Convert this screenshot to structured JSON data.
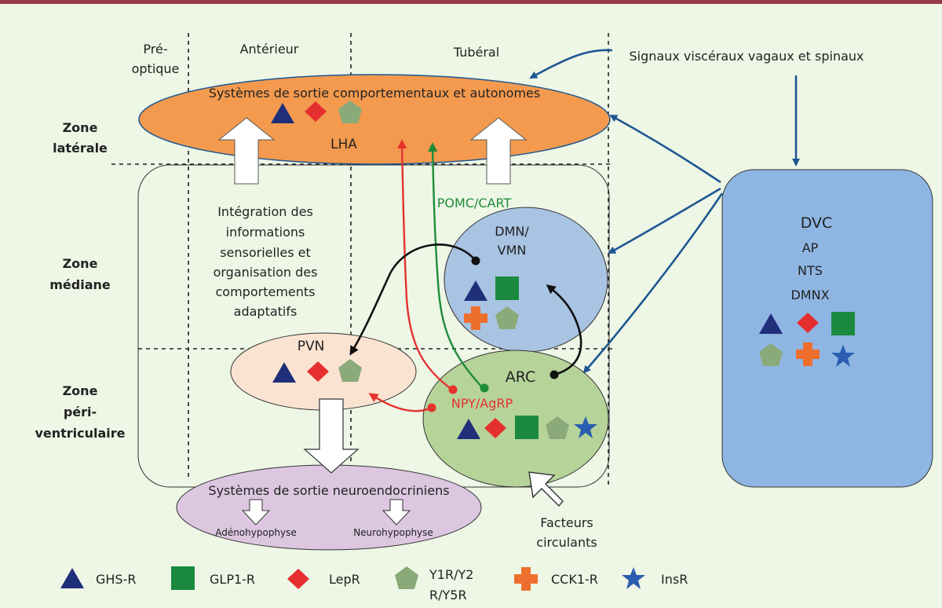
{
  "columns": {
    "preoptique_1": "Pré-",
    "preoptique_2": "optique",
    "anterieur": "Antérieur",
    "tuberal": "Tubéral"
  },
  "zones": {
    "laterale_1": "Zone",
    "laterale_2": "latérale",
    "mediane_1": "Zone",
    "mediane_2": "médiane",
    "periv_1": "Zone",
    "periv_2": "péri-",
    "periv_3": "ventriculaire"
  },
  "lha": {
    "title": "Systèmes de sortie comportementaux et autonomes",
    "label": "LHA"
  },
  "visceral": "Signaux viscéraux vagaux et spinaux",
  "integration": [
    "Intégration des",
    "informations",
    "sensorielles et",
    "organisation des",
    "comportements",
    "adaptatifs"
  ],
  "pomc": "POMC/CART",
  "dmn": [
    "DMN/",
    "VMN"
  ],
  "pvn": "PVN",
  "arc": "ARC",
  "npy": "NPY/AgRP",
  "dvc": {
    "title": "DVC",
    "lines": [
      "AP",
      "NTS",
      "DMNX"
    ]
  },
  "neuroendo": {
    "title": "Systèmes de sortie neuroendocriniens",
    "adeno": "Adénohypophyse",
    "neuro": "Neurohypophyse"
  },
  "facteurs": [
    "Facteurs",
    "circulants"
  ],
  "legend": {
    "ghsr": "GHS-R",
    "glp1r": "GLP1-R",
    "lepr": "LepR",
    "y1r_1": "Y1R/Y2",
    "y1r_2": "R/Y5R",
    "cck1r": "CCK1-R",
    "insr": "InsR"
  },
  "colors": {
    "background": "#eef6e6",
    "top_bar": "#9b3b47",
    "lha": "#f39a4e",
    "dvc": "#8fb6e3",
    "dmn": "#a9c3e2",
    "pvn": "#fbe3d2",
    "arc": "#b6d39a",
    "neuroendo": "#dcc6e0",
    "arrow_blue": "#1d5791",
    "green": "#1e8c3a",
    "red": "#e5322d",
    "triangle": "#1f2f7a",
    "square": "#1b8a3e",
    "diamond": "#e52f2f",
    "pentagon": "#8aaa7a",
    "cross": "#ee6f2d",
    "star": "#2a5eb0"
  }
}
